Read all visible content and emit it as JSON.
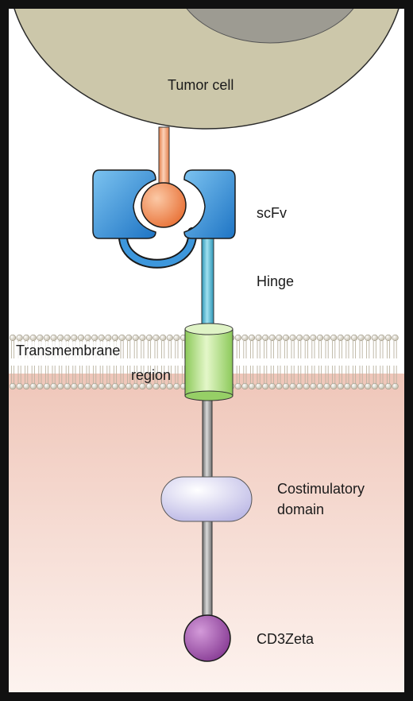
{
  "diagram": {
    "title": "",
    "labels": {
      "tumor_cell": "Tumor cell",
      "scfv": "scFv",
      "hinge": "Hinge",
      "transmembrane_line1": "Transmembrane",
      "transmembrane_line2": "region",
      "costimulatory_line1": "Costimulatory",
      "costimulatory_line2": "domain",
      "cd3zeta": "CD3Zeta"
    },
    "colors": {
      "tumor_cell": "#ccc7aa",
      "nucleus": "#9d9b92",
      "antigen": "#f08a4b",
      "scfv": "#2f8bd6",
      "hinge": "#46b3d0",
      "transmembrane": "#a5dc72",
      "costimulatory": "#c9c6ec",
      "cd3zeta": "#9a4fa6",
      "stalk": "#8a8a8a",
      "cytoplasm": "#f1cfc3",
      "membrane_head": "#d8d2c2"
    }
  }
}
